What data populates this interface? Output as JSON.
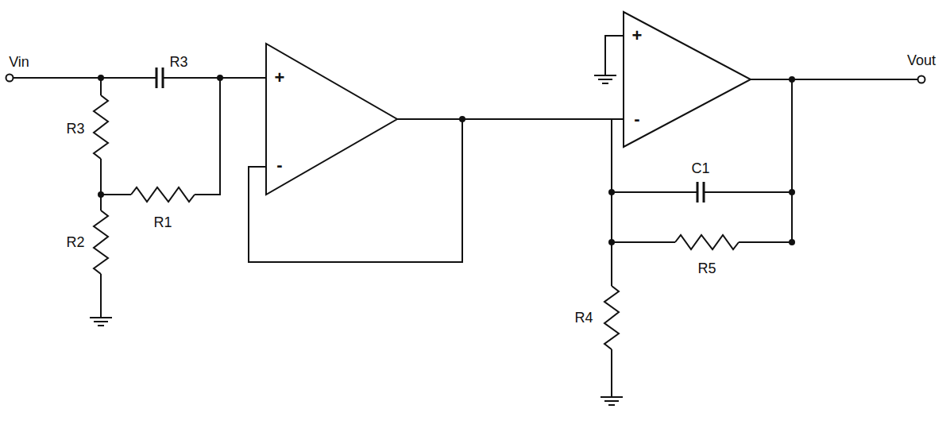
{
  "diagram": {
    "labels": [
      "Vin",
      "R3",
      "R3",
      "R1",
      "R2",
      "+",
      "-",
      "+",
      "-",
      "C1",
      "R5",
      "R4",
      "Vout"
    ]
  }
}
